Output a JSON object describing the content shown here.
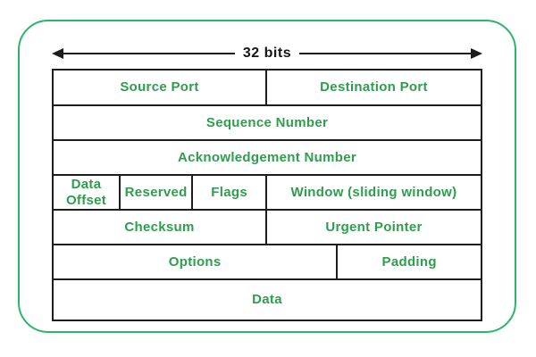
{
  "diagram": {
    "kind": "TCP header format",
    "width_label": "32 bits"
  },
  "colors": {
    "frame_green": "#2bb56c",
    "field_text_green": "#2e9d4e",
    "line_black": "#1d1d1d",
    "background": "#ffffff"
  },
  "table": {
    "rows": [
      {
        "cells": [
          {
            "label": "Source Port",
            "width": 50
          },
          {
            "label": "Destination Port",
            "width": 50
          }
        ]
      },
      {
        "cells": [
          {
            "label": "Sequence Number",
            "width": 100
          }
        ]
      },
      {
        "cells": [
          {
            "label": "Acknowledgement Number",
            "width": 100
          }
        ]
      },
      {
        "cells": [
          {
            "label": "Data Offset",
            "width": 15.7
          },
          {
            "label": "Reserved",
            "width": 17
          },
          {
            "label": "Flags",
            "width": 17.3
          },
          {
            "label": "Window (sliding window)",
            "width": 50
          }
        ]
      },
      {
        "cells": [
          {
            "label": "Checksum",
            "width": 50
          },
          {
            "label": "Urgent Pointer",
            "width": 50
          }
        ]
      },
      {
        "cells": [
          {
            "label": "Options",
            "width": 66.6
          },
          {
            "label": "Padding",
            "width": 33.4
          }
        ]
      },
      {
        "cells": [
          {
            "label": "Data",
            "width": 100
          }
        ]
      }
    ]
  }
}
